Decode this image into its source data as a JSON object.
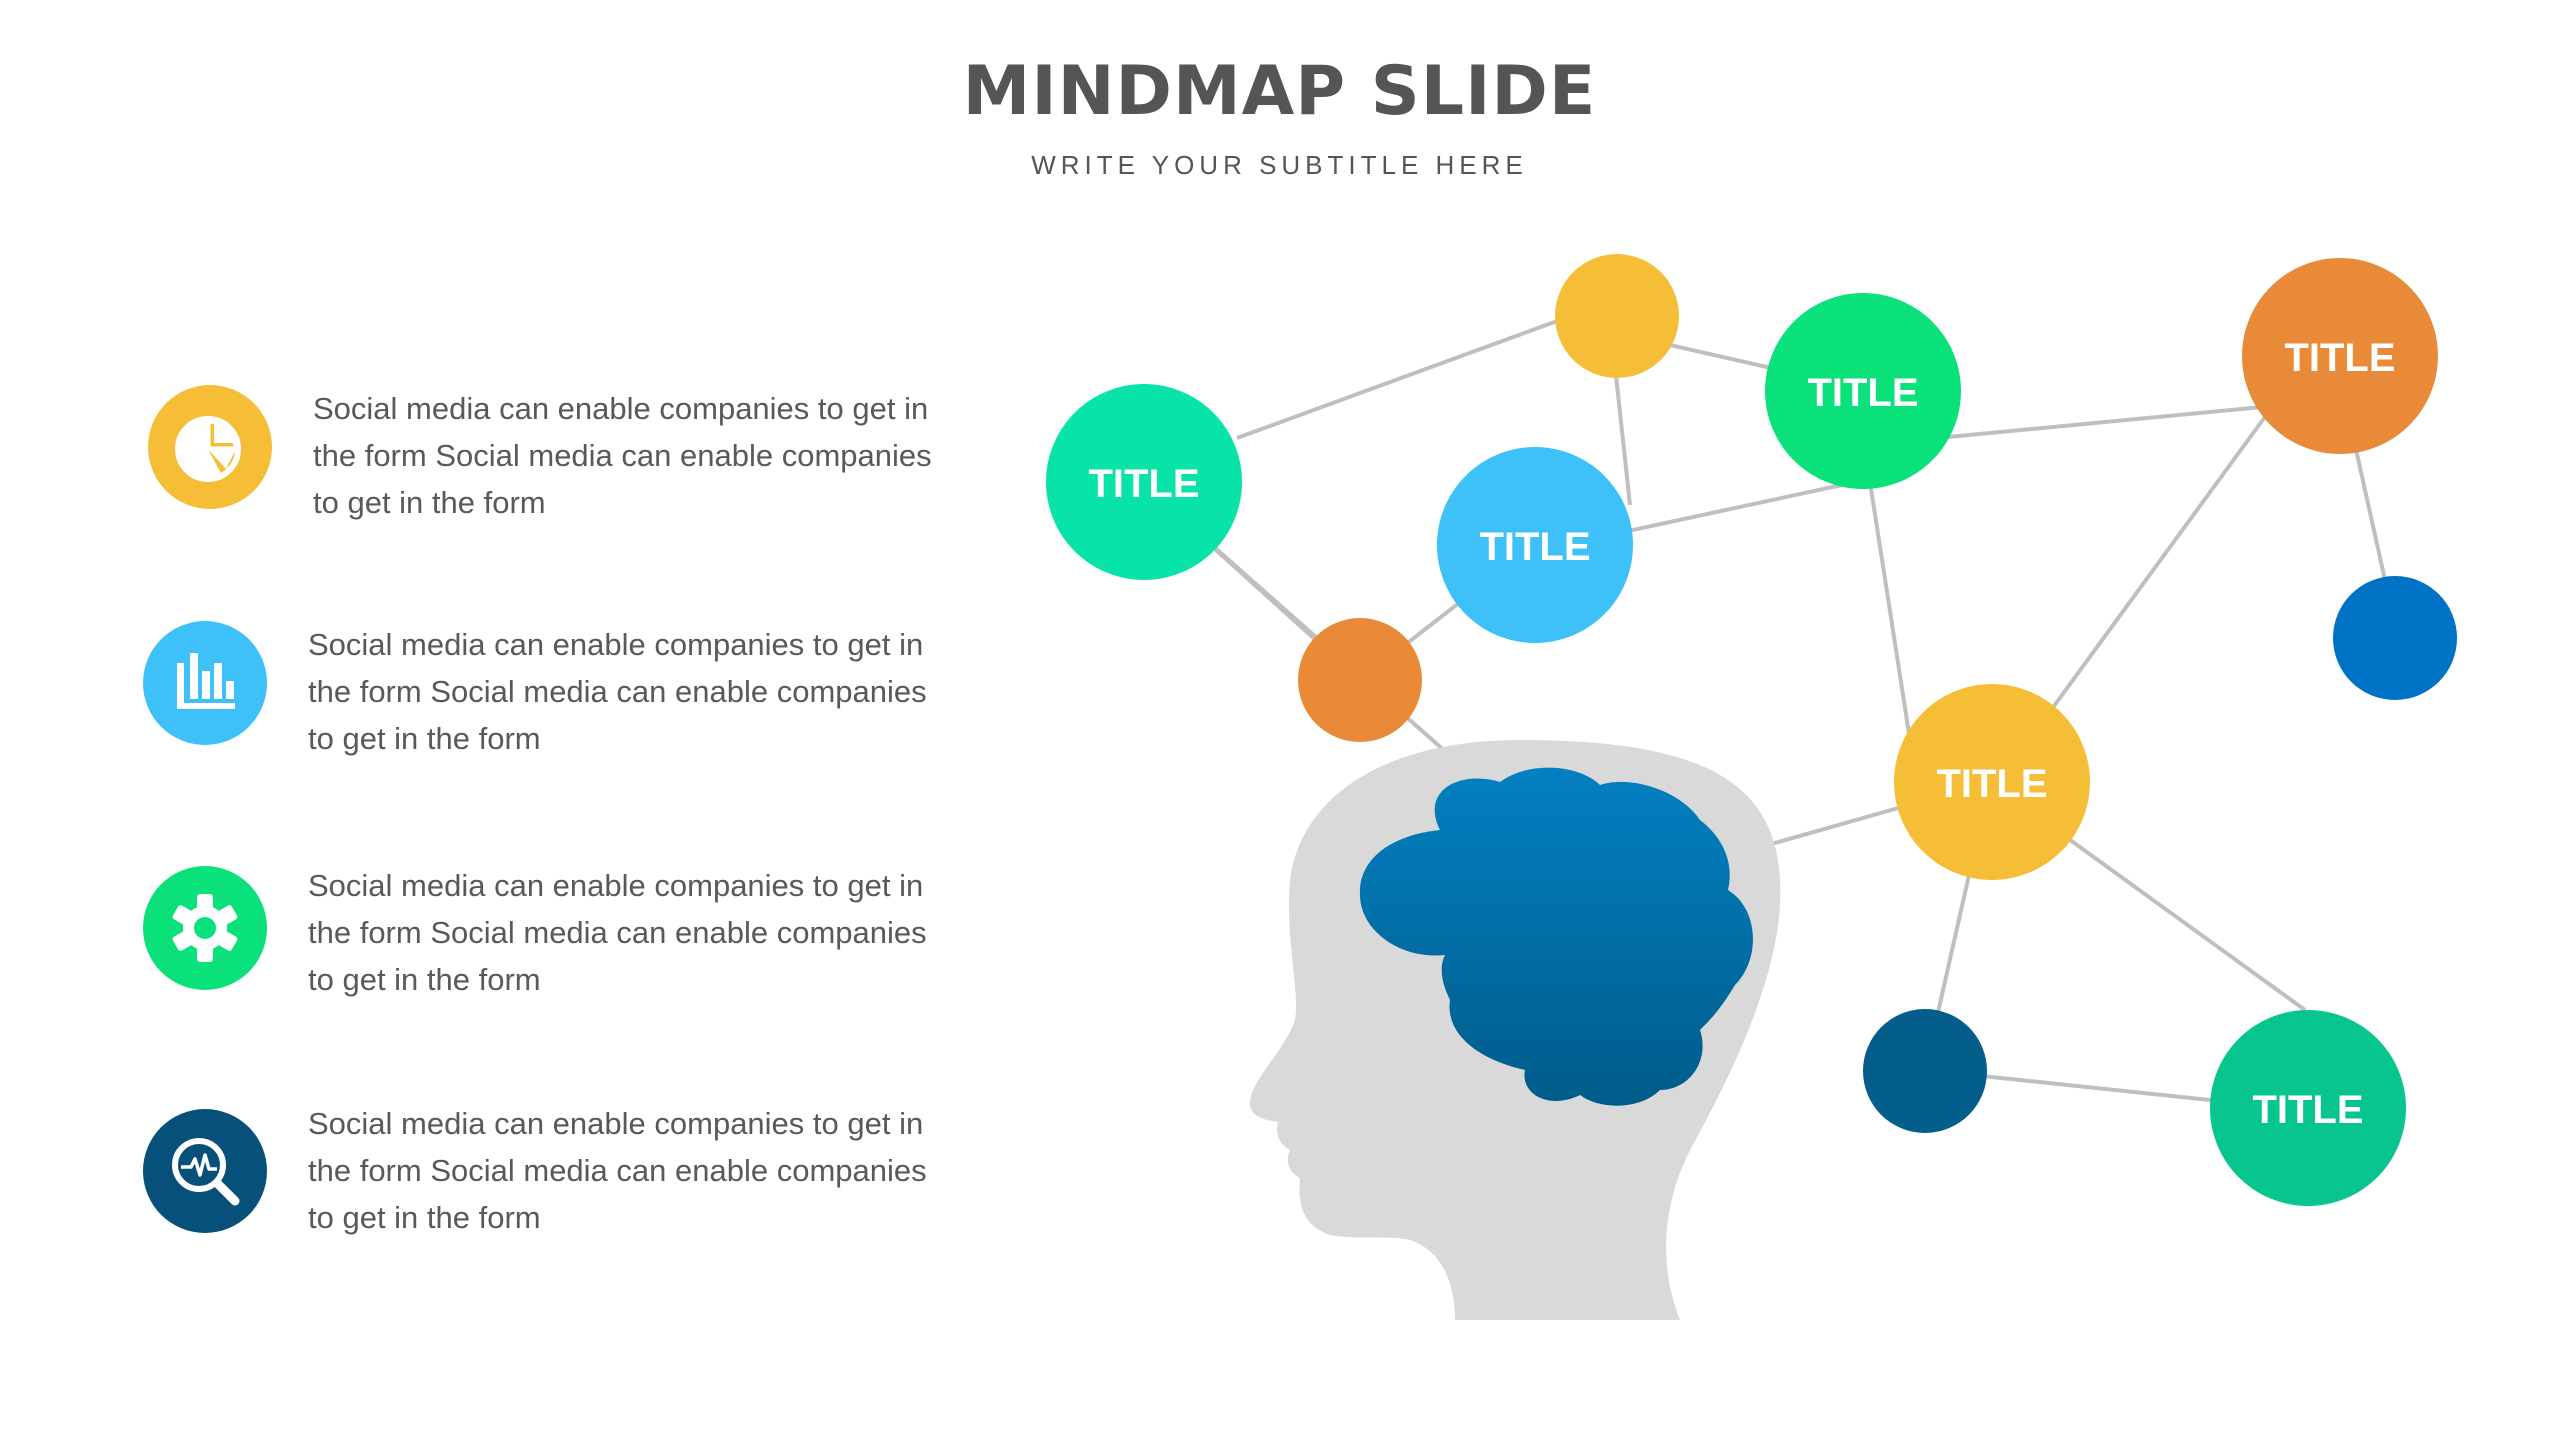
{
  "header": {
    "title": "MINDMAP SLIDE",
    "subtitle": "WRITE YOUR SUBTITLE HERE"
  },
  "features": [
    {
      "icon": "pie-chart-icon",
      "color": "#F6BE37",
      "text": "Social media can enable companies to get in the form Social media can enable companies to get in the form"
    },
    {
      "icon": "bar-chart-icon",
      "color": "#3EC1F8",
      "text": "Social media can enable companies to get in the form Social media can enable companies to get in the form"
    },
    {
      "icon": "gear-icon",
      "color": "#0BE17A",
      "text": "Social media can enable companies to get in the form Social media can enable companies to get in the form"
    },
    {
      "icon": "magnifier-pulse-icon",
      "color": "#07507A",
      "text": "Social media can enable companies to get in the form Social media can enable companies to get in the form"
    }
  ],
  "mindmap": {
    "nodes": [
      {
        "label": "TITLE",
        "color": "#08E3A8"
      },
      {
        "label": "TITLE",
        "color": "#3EC1F8"
      },
      {
        "label": "TITLE",
        "color": "#0BE17A"
      },
      {
        "label": "TITLE",
        "color": "#E98A38"
      },
      {
        "label": "TITLE",
        "color": "#F6BE37"
      },
      {
        "label": "TITLE",
        "color": "#08C48F"
      }
    ],
    "dots": [
      {
        "color": "#F6BE37"
      },
      {
        "color": "#E98A38"
      },
      {
        "color": "#0073C7"
      },
      {
        "color": "#045E8C"
      }
    ],
    "line_color": "#BFBFBF",
    "head_color": "#D9D9D9",
    "brain_color_top": "#0380C2",
    "brain_color_bottom": "#005C8A"
  }
}
